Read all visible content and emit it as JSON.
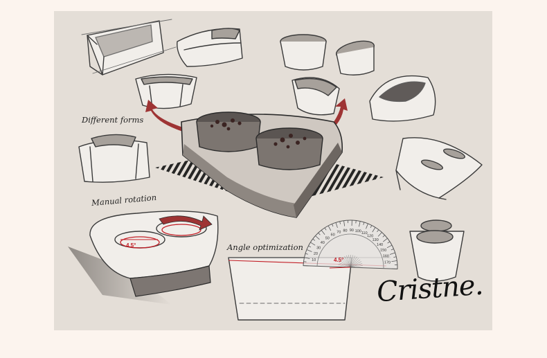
{
  "labels": {
    "different_forms": "Different forms",
    "manual_rotation": "Manual rotation",
    "angle_optimization": "Angle optimization"
  },
  "angle": {
    "rotation_angle": "4.5°",
    "optimization_angle": "4.5°"
  },
  "protractor_ticks": [
    "10",
    "20",
    "30",
    "40",
    "50",
    "60",
    "70",
    "80",
    "90",
    "100",
    "110",
    "120",
    "130",
    "140",
    "150",
    "160",
    "170"
  ],
  "signature": "Cristne.",
  "colors": {
    "page_bg": "#fcf4ee",
    "sheet_bg": "#e4ded7",
    "accent_red": "#c21d25",
    "arrow_red": "#9e3434"
  }
}
